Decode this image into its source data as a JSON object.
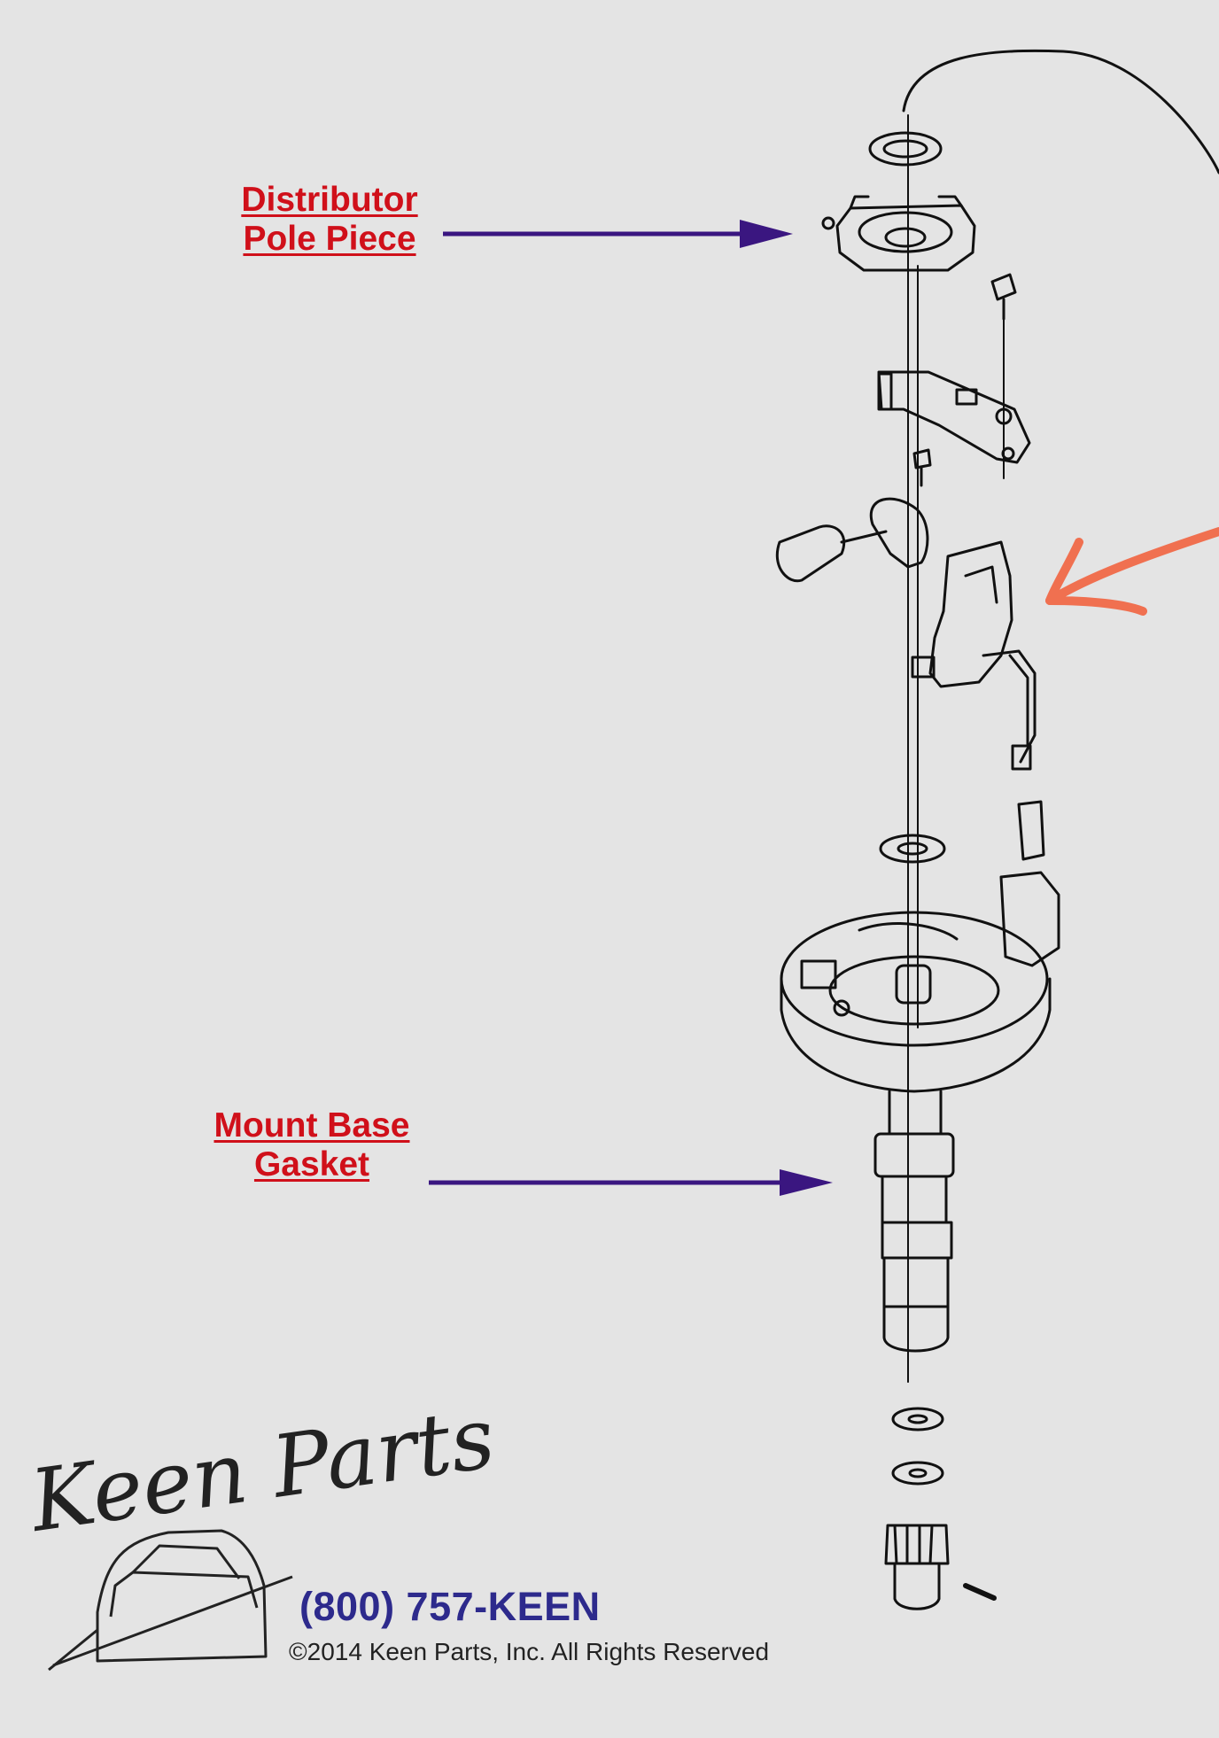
{
  "labels": {
    "distributor_pole_piece": {
      "line1": "Distributor",
      "line2": "Pole Piece"
    },
    "mount_base_gasket": {
      "line1": "Mount Base",
      "line2": "Gasket"
    }
  },
  "branding": {
    "logo_text": "Keen Parts",
    "phone": "(800) 757-KEEN",
    "copyright": "©2014 Keen Parts, Inc. All Rights Reserved"
  },
  "colors": {
    "background": "#e4e4e4",
    "label_red": "#d0101a",
    "arrow_purple": "#3a1680",
    "annotation_orange": "#f07050",
    "phone_blue": "#2d2a8c"
  }
}
